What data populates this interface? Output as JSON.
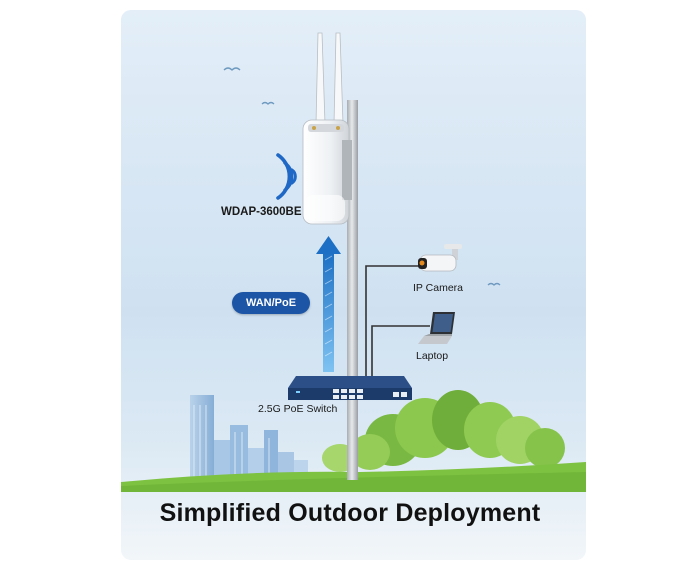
{
  "device": {
    "name": "WDAP-3600BE"
  },
  "link": {
    "badge": "WAN/PoE"
  },
  "devices": {
    "camera": "IP Camera",
    "laptop": "Laptop",
    "switch": "2.5G PoE Switch"
  },
  "title": "Simplified Outdoor Deployment",
  "colors": {
    "accent": "#1d55a6",
    "sky": "#cfe1f1",
    "grass": "#7ec242",
    "pole": "#c4c7ca",
    "arrow": "#2a86d6"
  }
}
